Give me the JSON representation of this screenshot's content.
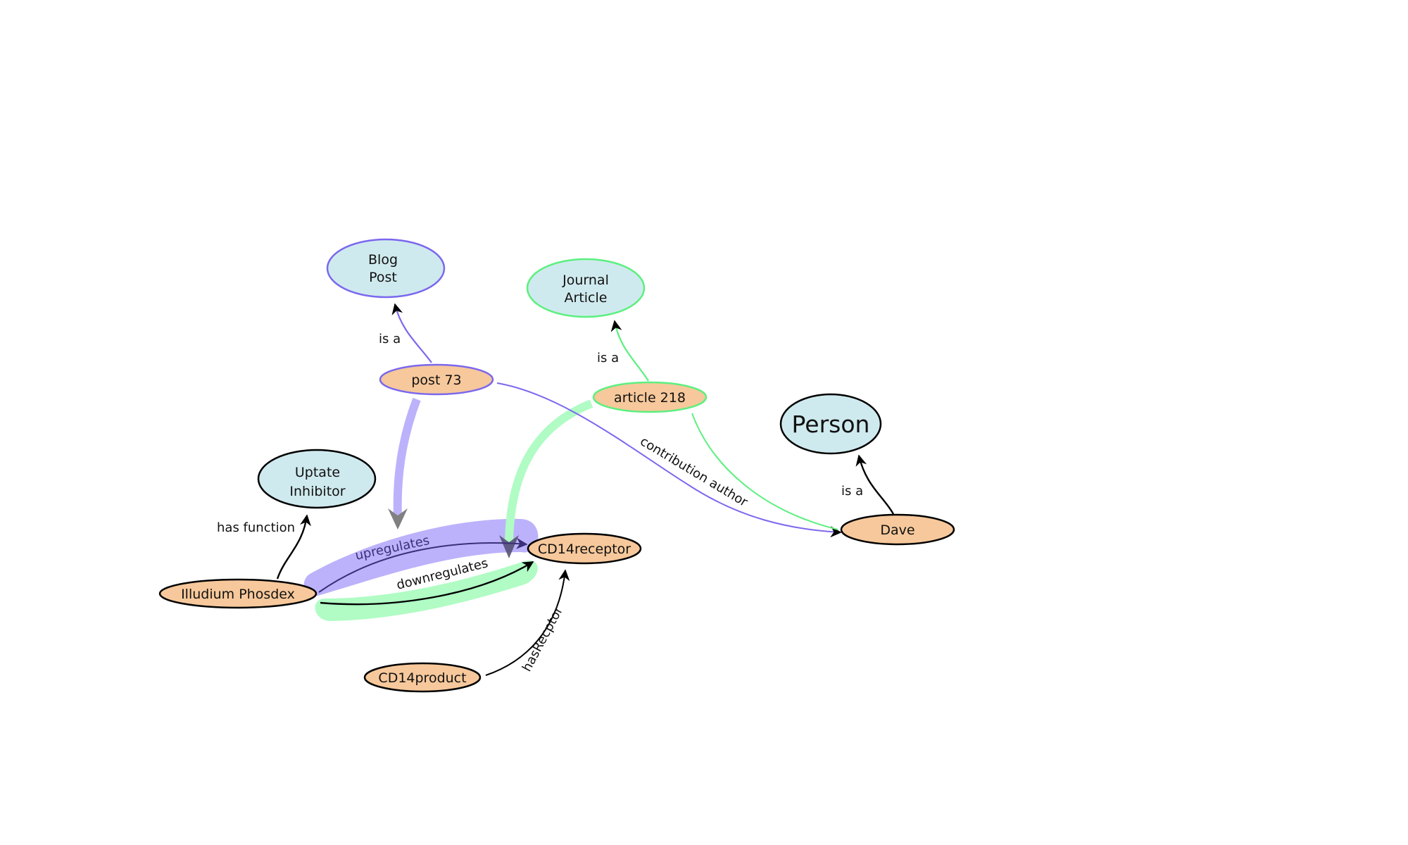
{
  "title": "Knowledge graph: nanopublication annotations",
  "colors": {
    "class_fill": "#cfeaee",
    "instance_fill": "#f6c89b",
    "default_stroke": "#000000",
    "blog_stroke": "#7b68ee",
    "article_stroke": "#5cf07f",
    "blog_highlight": "#bcb2fb",
    "article_highlight": "#b0fcc4",
    "pointer_arrow": "#808080"
  },
  "nodes": [
    {
      "id": "blog_post",
      "kind": "class",
      "lines": [
        "Blog",
        "Post"
      ],
      "stroke": "blog"
    },
    {
      "id": "journal_article",
      "kind": "class",
      "lines": [
        "Journal",
        "Article"
      ],
      "stroke": "article"
    },
    {
      "id": "post73",
      "kind": "instance",
      "lines": [
        "post 73"
      ],
      "stroke": "blog"
    },
    {
      "id": "article218",
      "kind": "instance",
      "lines": [
        "article 218"
      ],
      "stroke": "article"
    },
    {
      "id": "person",
      "kind": "class",
      "lines": [
        "Person"
      ],
      "stroke": "default"
    },
    {
      "id": "dave",
      "kind": "instance",
      "lines": [
        "Dave"
      ],
      "stroke": "default"
    },
    {
      "id": "uptate_inhibitor",
      "kind": "class",
      "lines": [
        "Uptate",
        "Inhibitor"
      ],
      "stroke": "default"
    },
    {
      "id": "illudium",
      "kind": "instance",
      "lines": [
        "Illudium Phosdex"
      ],
      "stroke": "default"
    },
    {
      "id": "cd14receptor",
      "kind": "instance",
      "lines": [
        "CD14receptor"
      ],
      "stroke": "default"
    },
    {
      "id": "cd14product",
      "kind": "instance",
      "lines": [
        "CD14product"
      ],
      "stroke": "default"
    }
  ],
  "edges": [
    {
      "id": "post73-isa",
      "from": "post73",
      "to": "blog_post",
      "label": "is a",
      "stroke": "blog"
    },
    {
      "id": "article218-isa",
      "from": "article218",
      "to": "journal_article",
      "label": "is a",
      "stroke": "article"
    },
    {
      "id": "dave-isa",
      "from": "dave",
      "to": "person",
      "label": "is a",
      "stroke": "default"
    },
    {
      "id": "illudium-hasfunction",
      "from": "illudium",
      "to": "uptate_inhibitor",
      "label": "has function",
      "stroke": "default"
    },
    {
      "id": "cd14product-hasreceptor",
      "from": "cd14product",
      "to": "cd14receptor",
      "label": "hasRecptor",
      "stroke": "default"
    },
    {
      "id": "post73-author",
      "from": "post73",
      "to": "dave",
      "label": "contribution author",
      "stroke": "blog"
    },
    {
      "id": "article218-author",
      "from": "article218",
      "to": "dave",
      "label": "",
      "stroke": "article"
    },
    {
      "id": "illudium-upregulates",
      "from": "illudium",
      "to": "cd14receptor",
      "label": "upregulates",
      "stroke": "upreg"
    },
    {
      "id": "illudium-downregulates",
      "from": "illudium",
      "to": "cd14receptor",
      "label": "downregulates",
      "stroke": "default"
    }
  ],
  "highlights": [
    {
      "id": "blog-claim",
      "source": "post73",
      "target_edge": "illudium-upregulates",
      "color": "blog"
    },
    {
      "id": "article-claim",
      "source": "article218",
      "target_edge": "illudium-downregulates",
      "color": "article"
    }
  ]
}
